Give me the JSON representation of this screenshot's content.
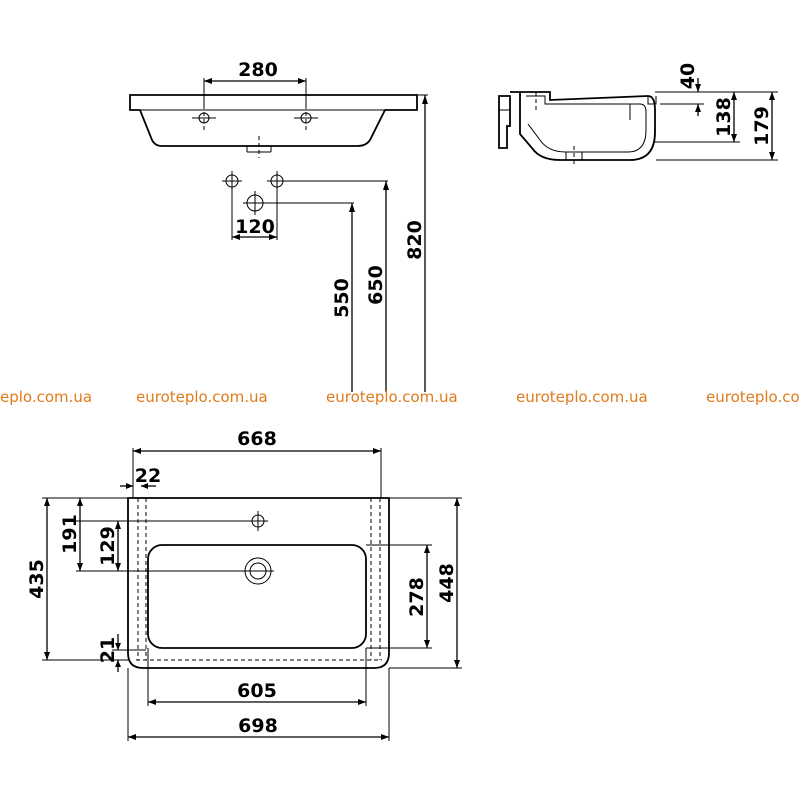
{
  "dimensions": {
    "tap_spacing_front": "280",
    "drain_offset": "120",
    "height_550": "550",
    "height_650": "650",
    "height_820": "820",
    "side_top": "40",
    "side_138": "138",
    "side_179": "179",
    "plan_668": "668",
    "plan_22": "22",
    "plan_191": "191",
    "plan_129": "129",
    "plan_435": "435",
    "plan_278": "278",
    "plan_448": "448",
    "plan_21": "21",
    "plan_605": "605",
    "plan_698": "698"
  },
  "watermark": {
    "items": [
      "eplo.com.ua",
      "euroteplo.com.ua",
      "euroteplo.com.ua",
      "euroteplo.com.ua",
      "euroteplo.com.u"
    ],
    "color": "#e07a1a"
  }
}
